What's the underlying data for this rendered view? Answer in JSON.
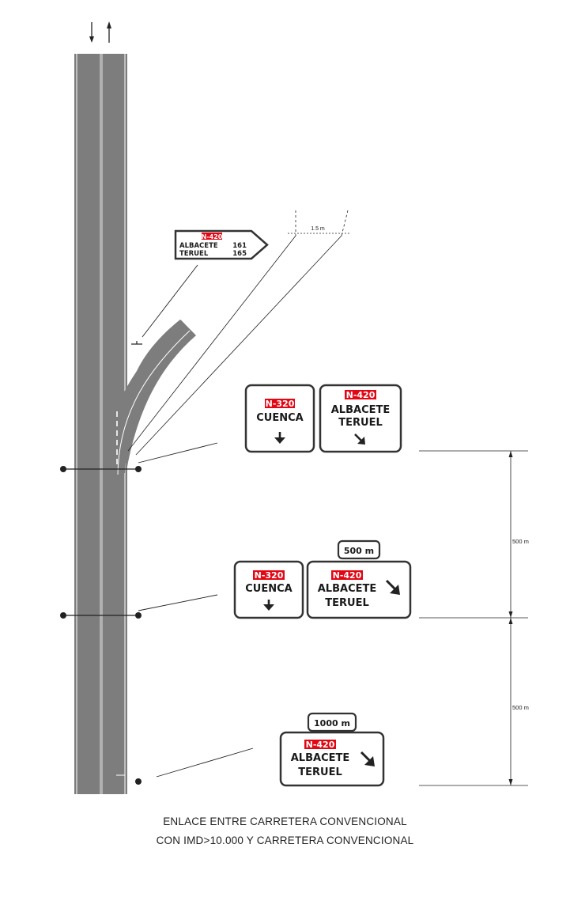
{
  "colors": {
    "road": "#7d7d7d",
    "road_marking": "#ffffff",
    "sign_border": "#333333",
    "route_badge": "#e30613",
    "line": "#222222"
  },
  "arrows_top": [
    "down-arrow-icon",
    "up-arrow-icon"
  ],
  "gantry_sign": {
    "route": "N-420",
    "rows": [
      {
        "dest": "ALBACETE",
        "km": "161"
      },
      {
        "dest": "TERUEL",
        "km": "165"
      }
    ]
  },
  "dimension_offset": "1.5 m",
  "signs_exit": {
    "left": {
      "route": "N-320",
      "dest": [
        "CUENCA"
      ],
      "arrow": "down-arrow-icon"
    },
    "right": {
      "route": "N-420",
      "dest": [
        "ALBACETE",
        "TERUEL"
      ],
      "arrow": "diagonal-arrow-icon"
    }
  },
  "signs_500": {
    "plate": "500 m",
    "left": {
      "route": "N-320",
      "dest": [
        "CUENCA"
      ],
      "arrow": "down-arrow-icon"
    },
    "right": {
      "route": "N-420",
      "dest": [
        "ALBACETE",
        "TERUEL"
      ],
      "arrow": "diagonal-arrow-icon"
    }
  },
  "signs_1000": {
    "plate": "1000 m",
    "right": {
      "route": "N-420",
      "dest": [
        "ALBACETE",
        "TERUEL"
      ],
      "arrow": "diagonal-arrow-icon"
    }
  },
  "dimensions": [
    "500 m",
    "500 m"
  ],
  "caption": {
    "line1": "ENLACE ENTRE CARRETERA CONVENCIONAL",
    "line2": "CON IMD>10.000 Y CARRETERA CONVENCIONAL"
  }
}
